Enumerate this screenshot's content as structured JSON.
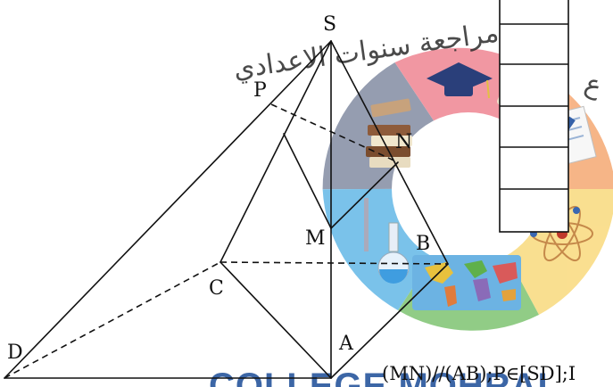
{
  "points": {
    "S": "S",
    "P": "P",
    "N": "N",
    "M": "M",
    "B": "B",
    "C": "C",
    "A": "A",
    "D": "D"
  },
  "watermark": {
    "arabic_line1": "مراجعة سنوات الاعدادي",
    "arabic_line2": "ع"
  },
  "banner_text": "COLLEGE MOHRAL",
  "caption_text": "(MN)//(AB);P∈[SD];I",
  "colors": {
    "line": "#111111",
    "ring_orange": "#f6ad7b",
    "ring_pink": "#f08c99",
    "ring_blue": "#6cbce8",
    "ring_yellow": "#f9dc84",
    "ring_green": "#86c77a",
    "ring_slate": "#8a93a8",
    "banner": "#3c66a6"
  }
}
